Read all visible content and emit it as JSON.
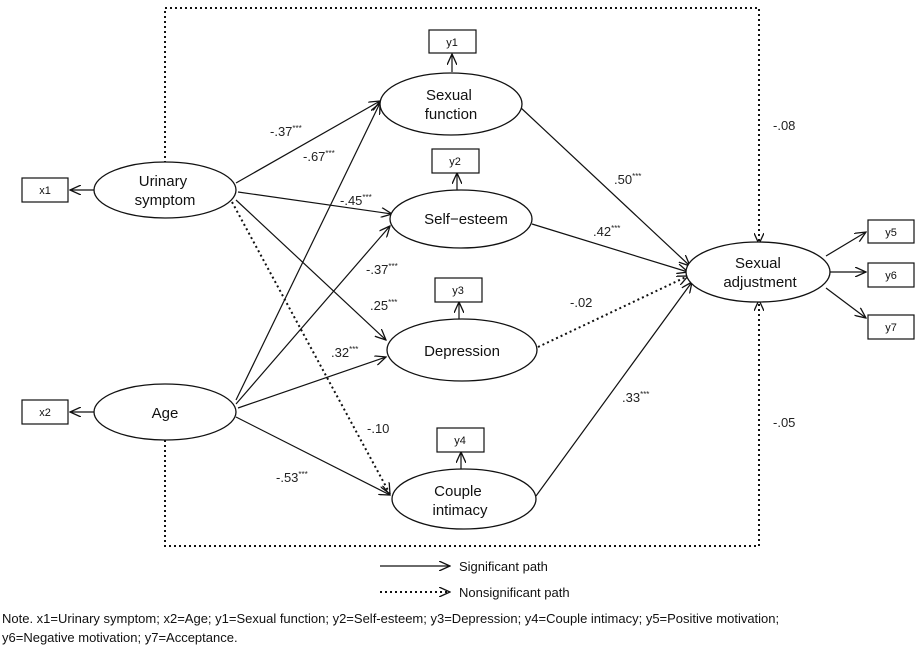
{
  "nodes": {
    "urinary_symptom": [
      "Urinary",
      "symptom"
    ],
    "age": [
      "Age"
    ],
    "sexual_function": [
      "Sexual",
      "function"
    ],
    "self_esteem": [
      "Self−esteem"
    ],
    "depression": [
      "Depression"
    ],
    "couple_intimacy": [
      "Couple",
      "intimacy"
    ],
    "sexual_adjustment": [
      "Sexual",
      "adjustment"
    ]
  },
  "indicators": {
    "x1": "x1",
    "x2": "x2",
    "y1": "y1",
    "y2": "y2",
    "y3": "y3",
    "y4": "y4",
    "y5": "y5",
    "y6": "y6",
    "y7": "y7"
  },
  "coefficients": {
    "us_sf": {
      "value": "-.37",
      "sig": "***"
    },
    "age_sf": {
      "value": "-.67",
      "sig": "***"
    },
    "us_se": {
      "value": "-.45",
      "sig": "***"
    },
    "age_se": {
      "value": "-.37",
      "sig": "***"
    },
    "us_dep": {
      "value": ".25",
      "sig": "***"
    },
    "age_dep": {
      "value": ".32",
      "sig": "***"
    },
    "us_ci": {
      "value": "-.10",
      "sig": ""
    },
    "age_ci": {
      "value": "-.53",
      "sig": "***"
    },
    "sf_sa": {
      "value": ".50",
      "sig": "***"
    },
    "se_sa": {
      "value": ".42",
      "sig": "***"
    },
    "dep_sa": {
      "value": "-.02",
      "sig": ""
    },
    "ci_sa": {
      "value": ".33",
      "sig": "***"
    },
    "us_sa": {
      "value": "-.08",
      "sig": ""
    },
    "age_sa": {
      "value": "-.05",
      "sig": ""
    }
  },
  "legend": {
    "significant": "Significant path",
    "nonsignificant": "Nonsignificant path"
  },
  "note": {
    "line1": "Note. x1=Urinary symptom; x2=Age; y1=Sexual function; y2=Self-esteem; y3=Depression; y4=Couple intimacy; y5=Positive motivation;",
    "line2": "y6=Negative motivation; y7=Acceptance."
  }
}
